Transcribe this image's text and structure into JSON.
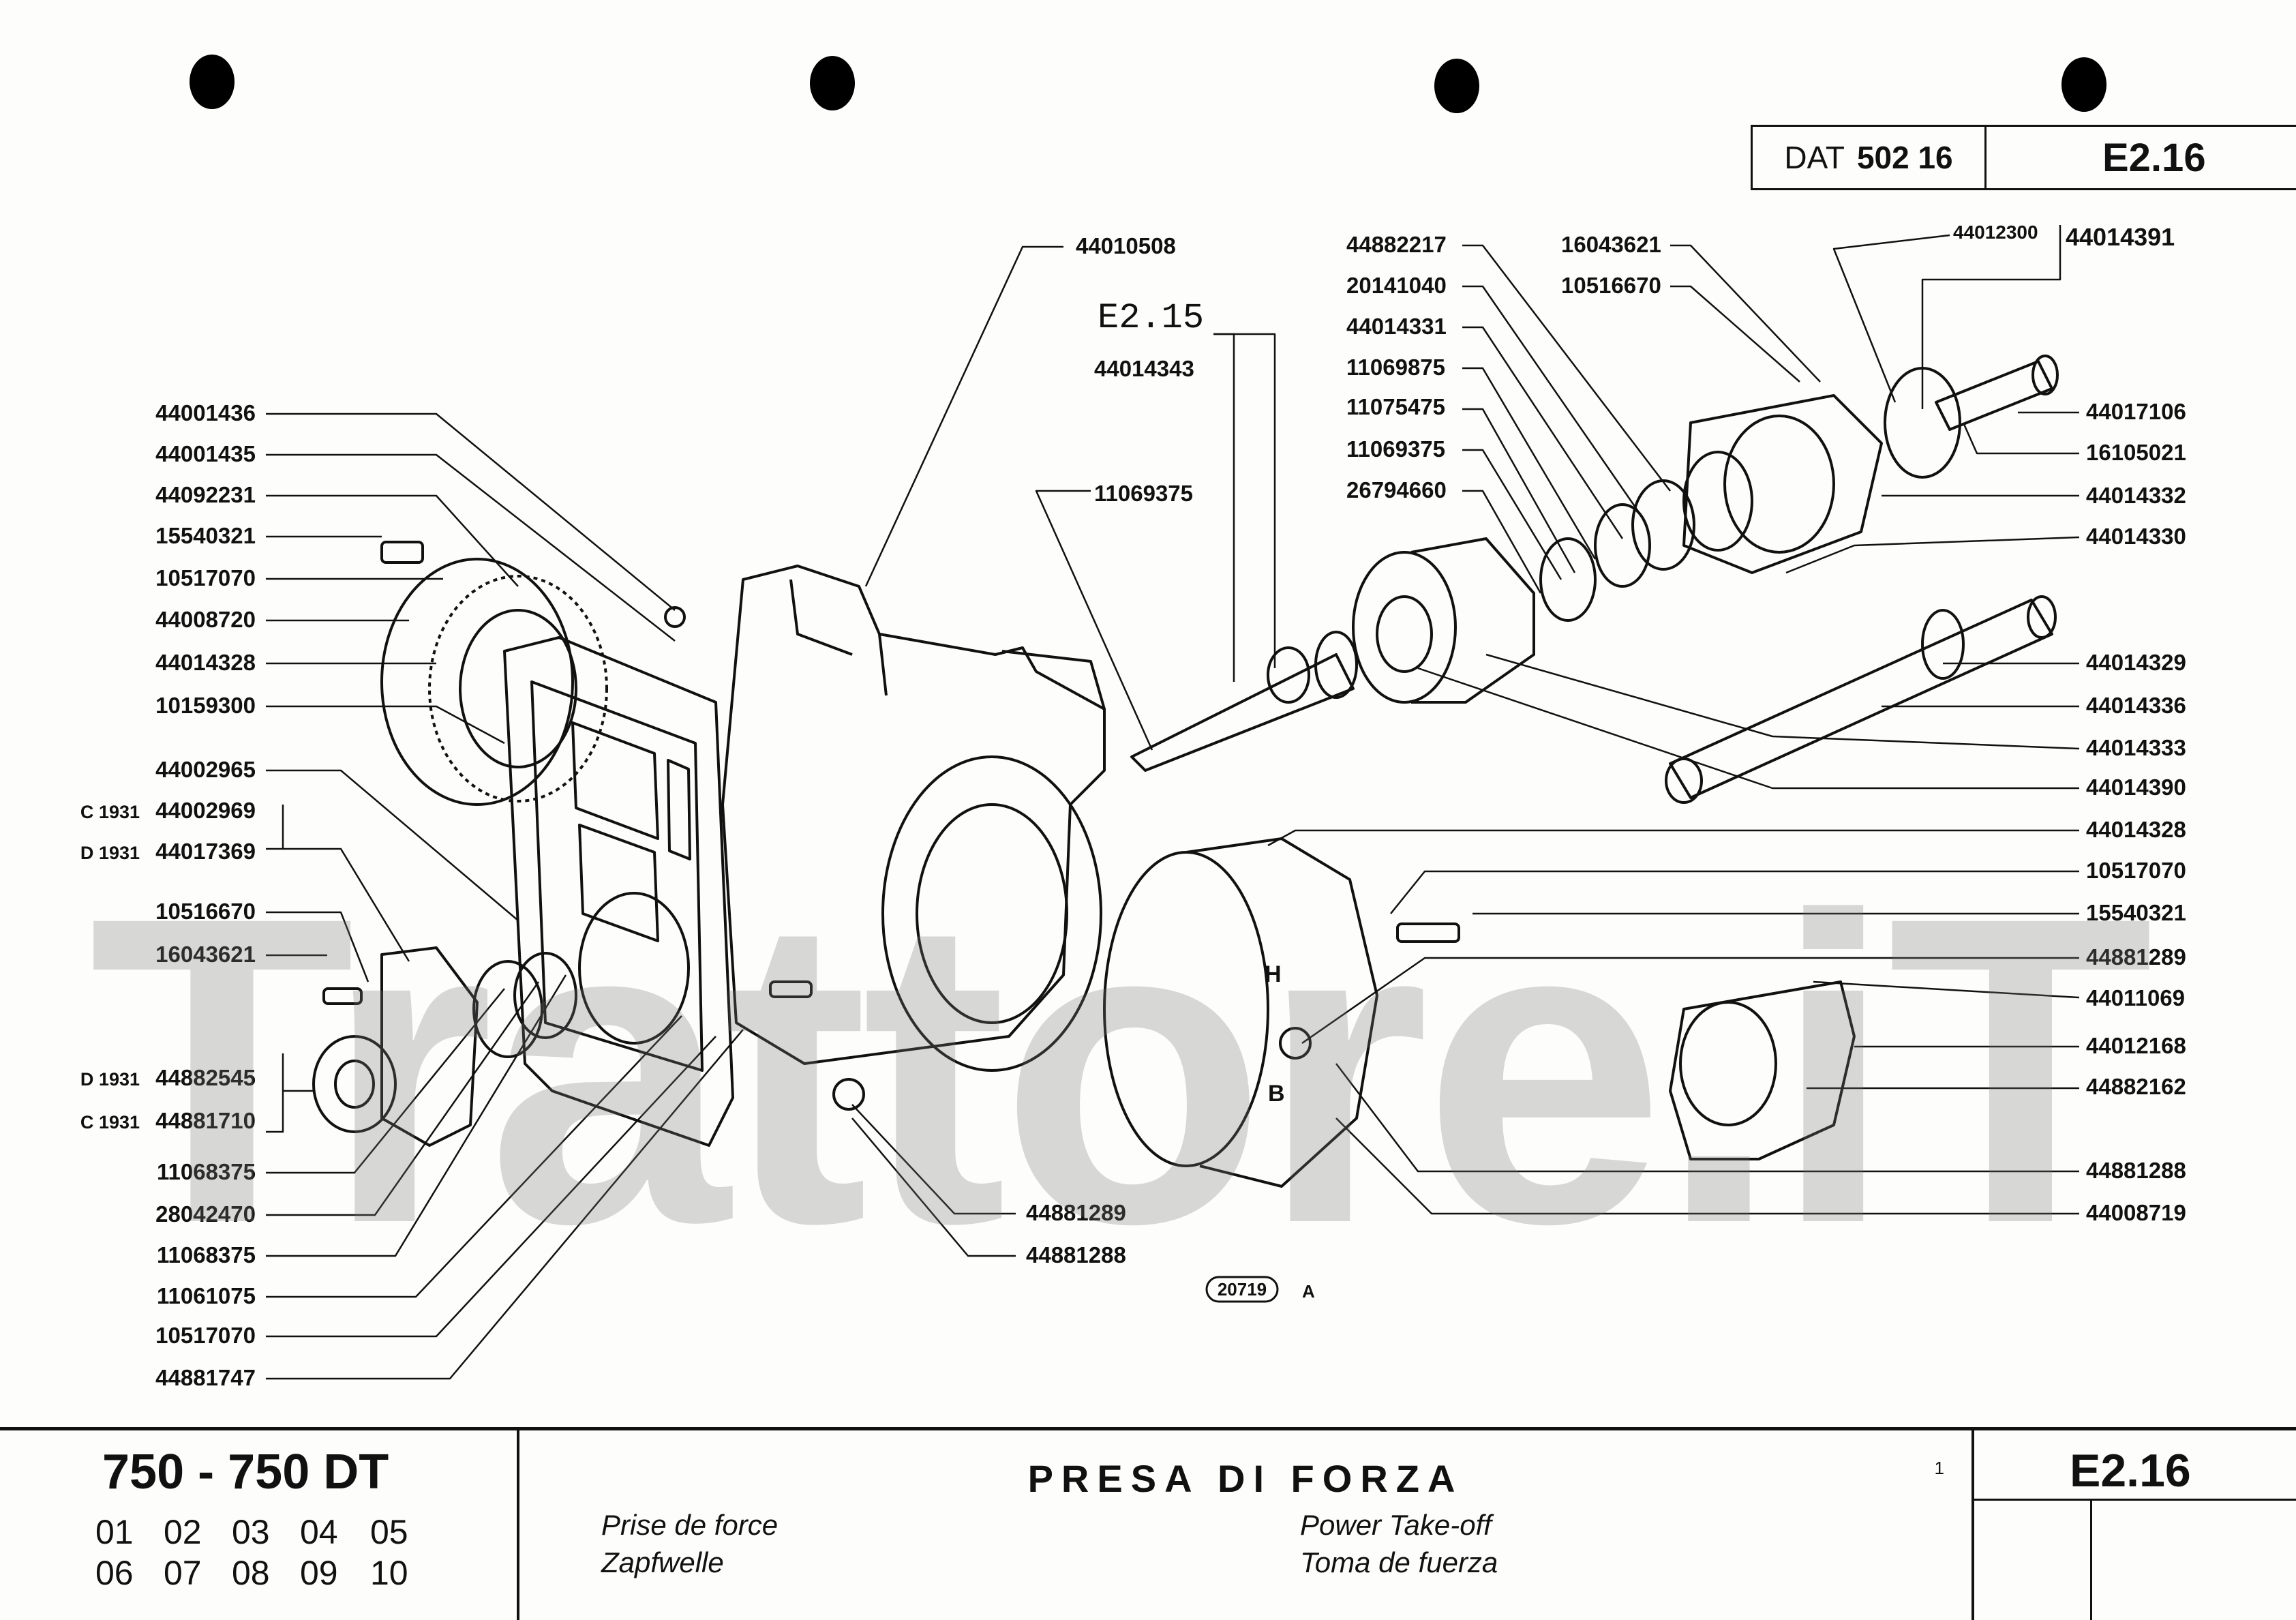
{
  "header": {
    "dat_prefix": "DAT",
    "dat_number": "502 16",
    "page_code": "E2.16"
  },
  "crossref": "E2.15",
  "ref_code": "20719",
  "ref_suffix": "A",
  "watermark": "Trattore.iT",
  "left_labels": [
    {
      "variant": "",
      "code": "44001436"
    },
    {
      "variant": "",
      "code": "44001435"
    },
    {
      "variant": "",
      "code": "44092231"
    },
    {
      "variant": "",
      "code": "15540321"
    },
    {
      "variant": "",
      "code": "10517070"
    },
    {
      "variant": "",
      "code": "44008720"
    },
    {
      "variant": "",
      "code": "44014328"
    },
    {
      "variant": "",
      "code": "10159300"
    },
    {
      "variant": "",
      "code": "44002965"
    },
    {
      "variant": "C 1931",
      "code": "44002969"
    },
    {
      "variant": "D 1931",
      "code": "44017369"
    },
    {
      "variant": "",
      "code": "10516670"
    },
    {
      "variant": "",
      "code": "16043621"
    },
    {
      "variant": "D 1931",
      "code": "44882545"
    },
    {
      "variant": "C 1931",
      "code": "44881710"
    },
    {
      "variant": "",
      "code": "11068375"
    },
    {
      "variant": "",
      "code": "28042470"
    },
    {
      "variant": "",
      "code": "11068375"
    },
    {
      "variant": "",
      "code": "11061075"
    },
    {
      "variant": "",
      "code": "10517070"
    },
    {
      "variant": "",
      "code": "44881747"
    }
  ],
  "top_labels": {
    "housing": "44010508",
    "shaft_a": "44014343",
    "shaft_b": "11069375",
    "col_a": [
      "44882217",
      "20141040",
      "44014331",
      "11069875",
      "11075475",
      "11069375",
      "26794660"
    ],
    "col_b": [
      "16043621",
      "10516670"
    ],
    "small_a": "44012300",
    "small_b": "44014391"
  },
  "right_labels": [
    "44017106",
    "16105021",
    "44014332",
    "44014330",
    "44014329",
    "44014336",
    "44014333",
    "44014390",
    "44014328",
    "10517070",
    "15540321",
    "44881289",
    "44011069",
    "44012168",
    "44882162",
    "44881288",
    "44008719"
  ],
  "bottom_labels": [
    "44881289",
    "44881288"
  ],
  "footer": {
    "model": "750 - 750 DT",
    "variants_row1": [
      "01",
      "02",
      "03",
      "04",
      "05"
    ],
    "variants_row2": [
      "06",
      "07",
      "08",
      "09",
      "10"
    ],
    "title": "PRESA DI FORZA",
    "fr": "Prise de force",
    "de": "Zapfwelle",
    "en": "Power Take-off",
    "es": "Toma de fuerza",
    "sheet_no": "1",
    "page_code": "E2.16"
  }
}
